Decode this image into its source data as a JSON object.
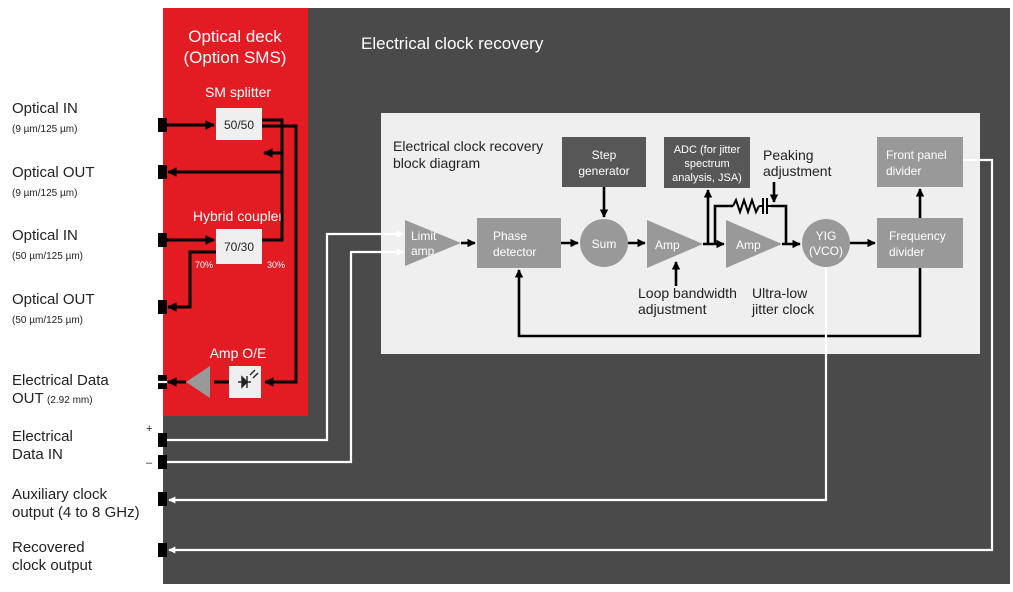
{
  "colors": {
    "main_panel": "#4a4a4a",
    "optical_panel": "#e31b23",
    "inner_panel": "#efefef",
    "dark_block": "#575757",
    "grey_block": "#999999",
    "connector": "#000000",
    "wire_light": "#ffffff"
  },
  "sections": {
    "optical_deck_line1": "Optical deck",
    "optical_deck_line2": "(Option SMS)",
    "electrical_title": "Electrical clock recovery",
    "block_diagram_line1": "Electrical clock recovery",
    "block_diagram_line2": "block diagram"
  },
  "ports": {
    "optical_in_1": "Optical IN",
    "optical_in_1_spec": "(9 µm/125 µm)",
    "optical_out_1": "Optical OUT",
    "optical_out_1_spec": "(9 µm/125 µm)",
    "optical_in_2": "Optical IN",
    "optical_in_2_spec": "(50 µm/125 µm)",
    "optical_out_2": "Optical OUT",
    "optical_out_2_spec": "(50 µm/125 µm)",
    "elec_data_out_1": "Electrical Data",
    "elec_data_out_2": "OUT",
    "elec_data_out_spec": "(2.92 mm)",
    "elec_data_in_1": "Electrical",
    "elec_data_in_2": "Data IN",
    "plus": "+",
    "minus": "–",
    "aux_clock_1": "Auxiliary clock",
    "aux_clock_2": "output (4 to 8 GHz)",
    "recovered_1": "Recovered",
    "recovered_2": "clock output"
  },
  "optical": {
    "sm_splitter": "SM splitter",
    "splitter_ratio": "50/50",
    "hybrid_coupler": "Hybrid coupler",
    "coupler_ratio": "70/30",
    "pct_70": "70%",
    "pct_30": "30%",
    "amp_oe": "Amp O/E"
  },
  "blocks": {
    "limit_amp_1": "Limit",
    "limit_amp_2": "amp",
    "phase_detector_1": "Phase",
    "phase_detector_2": "detector",
    "sum": "Sum",
    "amp_1": "Amp",
    "amp_2": "Amp",
    "yig_1": "YIG",
    "yig_2": "(VCO)",
    "freq_divider_1": "Frequency",
    "freq_divider_2": "divider",
    "step_gen_1": "Step",
    "step_gen_2": "generator",
    "adc_1": "ADC (for jitter",
    "adc_2": "spectrum",
    "adc_3": "analysis, JSA)",
    "front_panel_1": "Front panel",
    "front_panel_2": "divider"
  },
  "annotations": {
    "peaking_1": "Peaking",
    "peaking_2": "adjustment",
    "loop_bw_1": "Loop bandwidth",
    "loop_bw_2": "adjustment",
    "ultra_low_1": "Ultra-low",
    "ultra_low_2": "jitter clock"
  }
}
